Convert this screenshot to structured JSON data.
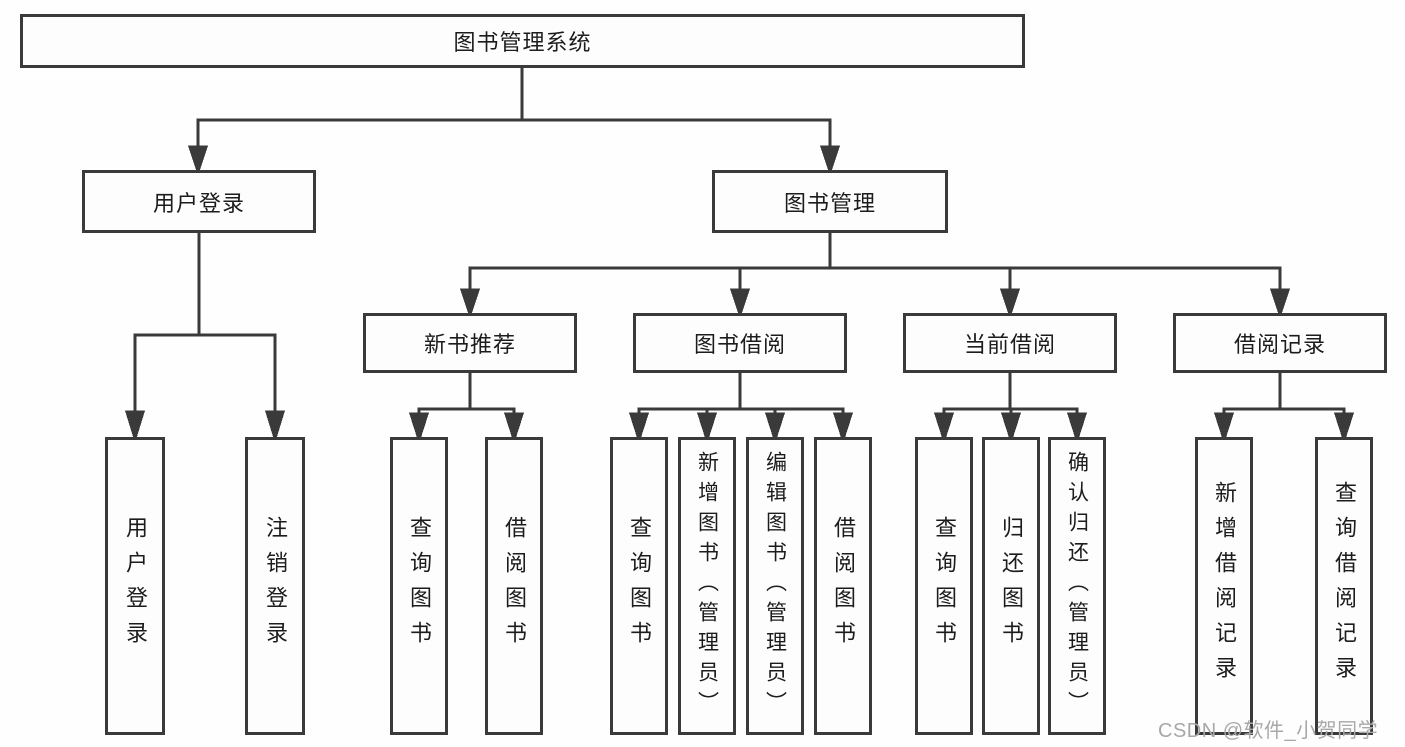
{
  "diagram": {
    "root": {
      "label": "图书管理系统"
    },
    "branches": [
      {
        "label": "用户登录",
        "children": [
          {
            "label": "用户登录"
          },
          {
            "label": "注销登录"
          }
        ]
      },
      {
        "label": "图书管理",
        "children": [
          {
            "label": "新书推荐",
            "children": [
              {
                "label": "查询图书"
              },
              {
                "label": "借阅图书"
              }
            ]
          },
          {
            "label": "图书借阅",
            "children": [
              {
                "label": "查询图书"
              },
              {
                "label": "新增图书（管理员）"
              },
              {
                "label": "编辑图书（管理员）"
              },
              {
                "label": "借阅图书"
              }
            ]
          },
          {
            "label": "当前借阅",
            "children": [
              {
                "label": "查询图书"
              },
              {
                "label": "归还图书"
              },
              {
                "label": "确认归还（管理员）"
              }
            ]
          },
          {
            "label": "借阅记录",
            "children": [
              {
                "label": "新增借阅记录"
              },
              {
                "label": "查询借阅记录"
              }
            ]
          }
        ]
      }
    ]
  },
  "watermark": {
    "text": "CSDN @软件_小贺同学"
  },
  "colors": {
    "line": "#3a3a3a",
    "text": "#1c1c1c",
    "watermark": "#a8a8a8",
    "background": "#ffffff"
  }
}
